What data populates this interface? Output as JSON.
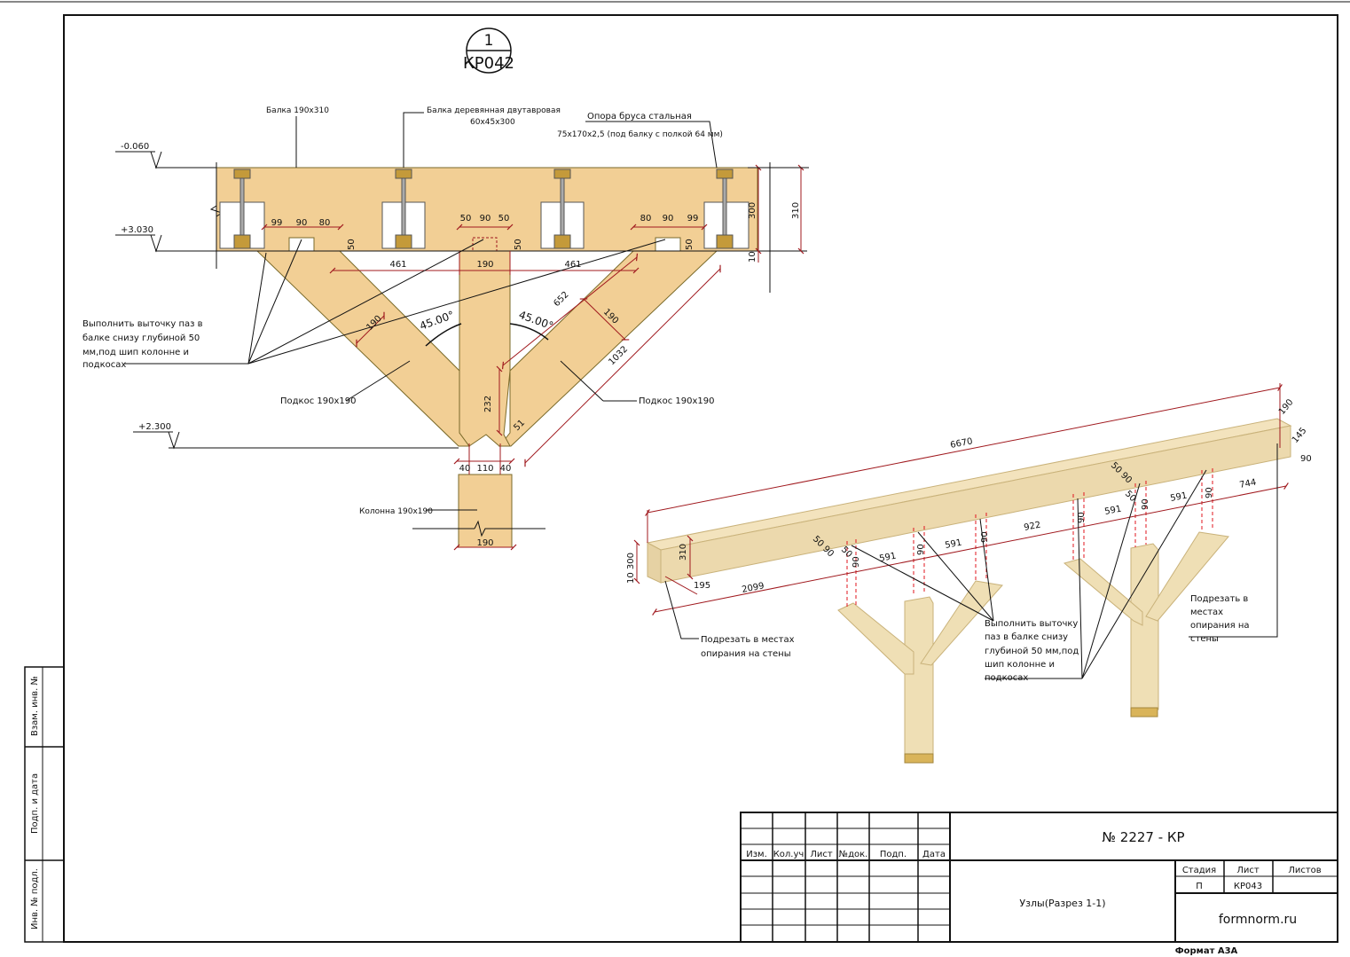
{
  "header": {
    "section_number": "1",
    "section_sheet": "КР042"
  },
  "callouts": {
    "beam": "Балка 190х310",
    "i_joist_1": "Балка деревянная двутавровая",
    "i_joist_2": "60х45х300",
    "support_1": "Опора бруса стальная",
    "support_2": "75х170х2,5 (под балку с полкой 64 мм)",
    "groove_1": "Выполнить выточку паз  в",
    "groove_2": "балке снизу глубиной 50",
    "groove_3": "мм,под шип колонне и",
    "groove_4": "подкосах",
    "brace_left": "Подкос 190х190",
    "brace_right": "Подкос 190х190",
    "column": "Колонна 190х190",
    "iso_cut_1": "Подрезать в местах",
    "iso_cut_2": "опирания на стены",
    "iso_cut_r1": "Подрезать в",
    "iso_cut_r2": "местах",
    "iso_cut_r3": "опирания на",
    "iso_cut_r4": "стены",
    "iso_groove_1": "Выполнить выточку",
    "iso_groove_2": "паз  в балке снизу",
    "iso_groove_3": "глубиной 50 мм,под",
    "iso_groove_4": "шип колонне и",
    "iso_groove_5": "подкосах"
  },
  "levels": {
    "top": "-0.060",
    "beam_bottom": "+3.030",
    "brace_joint": "+2.300"
  },
  "dims": {
    "d99a": "99",
    "d90a": "90",
    "d80a": "80",
    "d50a": "50",
    "d90b": "90",
    "d50b": "50",
    "d80b": "80",
    "d90c": "90",
    "d99b": "99",
    "d50c": "50",
    "d50d": "50",
    "d50e": "50",
    "d461a": "461",
    "d190a": "190",
    "d461b": "461",
    "d300": "300",
    "d310": "310",
    "d10": "10",
    "d190b": "190",
    "d190c": "190",
    "d652": "652",
    "d1032": "1032",
    "angle_l": "45.00°",
    "angle_r": "45.00°",
    "d232": "232",
    "d51": "51",
    "d40a": "40",
    "d110": "110",
    "d40b": "40",
    "d190d": "190"
  },
  "iso_dims": {
    "len": "6670",
    "w190": "190",
    "w145": "145",
    "w90": "90",
    "h10_300": "10 300",
    "h310": "310",
    "d195": "195",
    "d2099": "2099",
    "d50_90": "50 90",
    "d50": "50",
    "d90": "90",
    "d591": "591",
    "d922": "922",
    "d744": "744"
  },
  "sidebar": {
    "label1": "Взам. инв. №",
    "label2": "Подп. и дата",
    "label3": "Инв. № подл."
  },
  "title_block": {
    "col_izm": "Изм.",
    "col_kol": "Кол.уч",
    "col_list": "Лист",
    "col_ndok": "№док.",
    "col_podp": "Подп.",
    "col_data": "Дата",
    "doc_number": "№ 2227 - КР",
    "sheet_title": "Узлы(Разрез 1-1)",
    "stage_label": "Стадия",
    "sheet_label": "Лист",
    "sheets_label": "Листов",
    "stage_value": "П",
    "sheet_value": "КР043",
    "sheets_value": "",
    "org": "formnorm.ru",
    "format": "Формат А3А"
  },
  "colors": {
    "wood": "#f2cf95",
    "wood_iso_top": "#f3e3bd",
    "wood_iso_side": "#e6d2a4",
    "dim": "#a0191e",
    "steel": "#7a6a2a",
    "line": "#111111"
  }
}
